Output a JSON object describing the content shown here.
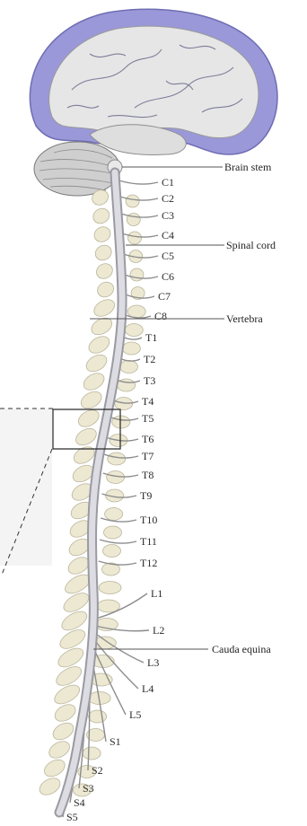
{
  "callouts": {
    "brain_stem": "Brain stem",
    "spinal_cord": "Spinal cord",
    "vertebra": "Vertebra",
    "cauda_equina": "Cauda equina"
  },
  "segments": [
    "C1",
    "C2",
    "C3",
    "C4",
    "C5",
    "C6",
    "C7",
    "C8",
    "T1",
    "T2",
    "T3",
    "T4",
    "T5",
    "T6",
    "T7",
    "T8",
    "T9",
    "T10",
    "T11",
    "T12",
    "L1",
    "L2",
    "L3",
    "L4",
    "L5",
    "S1",
    "S2",
    "S3",
    "S4",
    "S5"
  ],
  "colors": {
    "brain_outer": "#9a98d8",
    "brain_inner": "#e6e6e6",
    "cerebellum": "#cfcfcf",
    "cord": "#d4d4d8",
    "vertebra_fill": "#ece8d2",
    "vertebra_stroke": "#b9b49a",
    "nerve": "#8d8d8d",
    "leader": "#555555"
  }
}
